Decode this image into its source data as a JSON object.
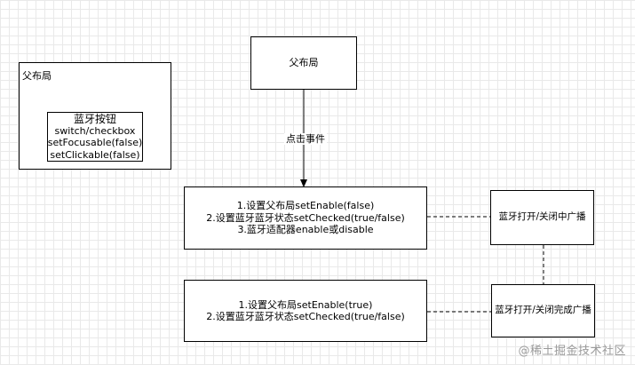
{
  "left_panel": {
    "outer_title": "父布局",
    "inner_lines": [
      "蓝牙按钮",
      "switch/checkbox",
      "setFocusable(false)",
      "setClickable(false)"
    ]
  },
  "flow": {
    "parent_box": "父布局",
    "edge_label": "点击事件",
    "step1_lines": [
      "1.设置父布局setEnable(false)",
      "2.设置蓝牙蓝牙状态setChecked(true/false)",
      "3.蓝牙适配器enable或disable"
    ],
    "step2_lines": [
      "1.设置父布局setEnable(true)",
      "2.设置蓝牙蓝牙状态setChecked(true/false)"
    ],
    "broadcast_in_progress": "蓝牙打开/关闭中广播",
    "broadcast_done": "蓝牙打开/关闭完成广播"
  },
  "watermark": "@稀土掘金技术社区"
}
